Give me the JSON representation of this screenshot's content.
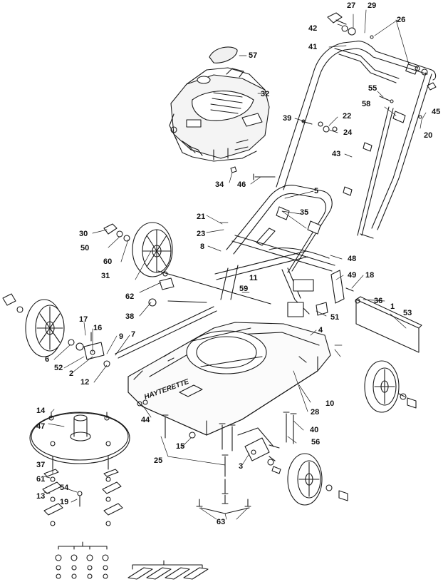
{
  "diagram": {
    "brand_label": "HAYTERETTE",
    "callouts": [
      "27",
      "29",
      "42",
      "26",
      "41",
      "57",
      "32",
      "55",
      "58",
      "45",
      "39",
      "22",
      "24",
      "20",
      "43",
      "34",
      "46",
      "5",
      "35",
      "21",
      "23",
      "30",
      "50",
      "60",
      "8",
      "48",
      "49",
      "18",
      "31",
      "59",
      "11",
      "36",
      "1",
      "53",
      "62",
      "38",
      "51",
      "17",
      "16",
      "4",
      "7",
      "9",
      "6",
      "52",
      "2",
      "12",
      "10",
      "28",
      "44",
      "40",
      "14",
      "47",
      "15",
      "56",
      "25",
      "3",
      "37",
      "61",
      "54",
      "13",
      "19",
      "63"
    ]
  }
}
